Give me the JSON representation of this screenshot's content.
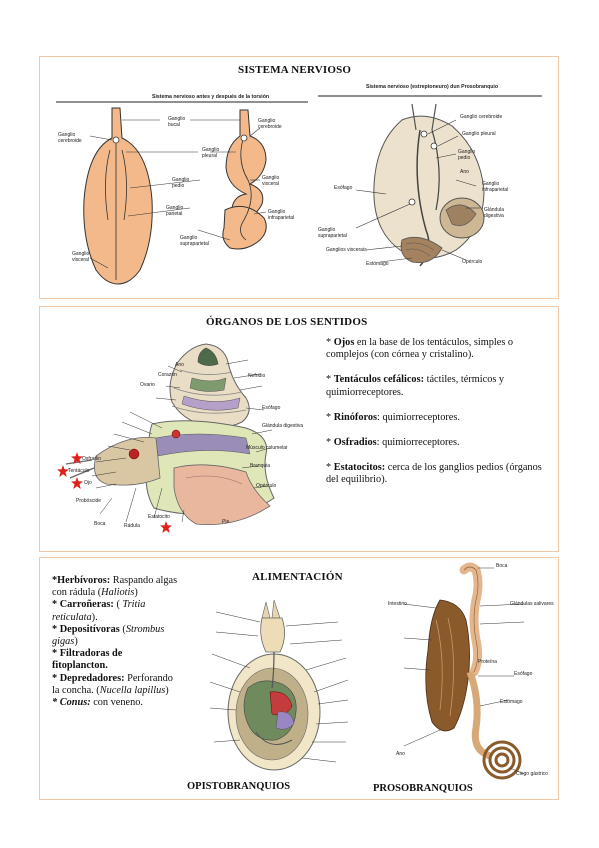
{
  "nervous": {
    "title": "SISTEMA NERVIOSO",
    "left_caption": "Sistema nervioso antes y después de la torsión",
    "right_caption": "Sistema nervioso (estreptoneuro) dun Prosobranquio",
    "labels": {
      "ganglio_cerebroide_l": "Ganglio cerebroide",
      "ganglio_bucal": "Ganglio bucal",
      "ganglio_cerebroide_r": "Ganglio cerebroide",
      "ganglio_pleural": "Ganglio pleural",
      "ganglio_pedio": "Ganglio pedio",
      "ganglio_visceral_r": "Ganglio visceral",
      "ganglio_parietal": "Ganglio parietal",
      "ganglio_infraparietal": "Ganglio infraparietal",
      "ganglio_supraparietal": "Ganglio supraparietal",
      "ganglio_visceral_l": "Ganglio visceral",
      "rs_cerebroide": "Ganglio cerebroide",
      "rs_pleural": "Ganglio pleural",
      "rs_pedio": "Ganglio pedio",
      "rs_ano": "Ano",
      "rs_infraparietal": "Ganglio infraparietal",
      "rs_glandula": "Glándula digestiva",
      "rs_esofago": "Esófago",
      "rs_supraparietal": "Ganglio supraparietal",
      "rs_visceral": "Ganglios viscerais",
      "rs_estomago": "Estómago",
      "rs_operculo": "Opérculo"
    }
  },
  "senses": {
    "title": "ÓRGANOS DE LOS SENTIDOS",
    "items": [
      {
        "bullet": "* ",
        "term": "Ojos",
        "text": " en la base de los tentáculos, simples o complejos (con córnea y cristalino)."
      },
      {
        "bullet": "* ",
        "term": "Tentáculos cefálicos:",
        "text": " táctiles, térmicos y quimiorreceptores."
      },
      {
        "bullet": "* ",
        "term": "Rinóforos",
        "text": ": quimiorreceptores."
      },
      {
        "bullet": "* ",
        "term": "Osfradios",
        "text": ": quimiorreceptores."
      },
      {
        "bullet": "* ",
        "term": "Estatocitos:",
        "text": " cerca de los ganglios pedios (órganos del equilibrio)."
      }
    ],
    "labels": {
      "ano": "Ano",
      "corazon": "Corazón",
      "ovario": "Ovario",
      "nefridio": "Nefridio",
      "esofago": "Esófago",
      "glandula": "Glándula digestiva",
      "columela": "Músculo columelar",
      "branquia": "Branquia",
      "opérculo": "Opérculo",
      "osfradio": "Osfradio",
      "tentaculo": "Tentáculo",
      "ojo": "Ojo",
      "proboscide": "Probóscide",
      "boca": "Boca",
      "estatocito": "Estatocito",
      "radula": "Rádula",
      "pie": "Pie"
    }
  },
  "feeding": {
    "title": "ALIMENTACIÓN",
    "items": [
      {
        "term": "*Herbívoros:",
        "text": " Raspando algas con rádula (",
        "species": "Haliotis",
        "tail": ")"
      },
      {
        "term": "* Carroñeras:",
        "text": " ( ",
        "species": "Tritia reticulata",
        "tail": ")."
      },
      {
        "term": "* Depositívoras",
        "text": " (",
        "species": "Strombus gigas",
        "tail": ")"
      },
      {
        "term": "* Filtradoras de fitoplancton.",
        "text": "",
        "species": "",
        "tail": ""
      },
      {
        "term": "* Depredadores:",
        "text": " Perforando la concha. (",
        "species": "Nucella lapillus",
        "tail": ")"
      },
      {
        "term": "* Conus:",
        "text": " con veneno.",
        "species": "",
        "tail": ""
      }
    ],
    "caption_left": "OPISTOBRANQUIOS",
    "caption_right": "PROSOBRANQUIOS",
    "labels": {
      "boca": "Boca",
      "glandulas_salivares": "Glándulas salivares",
      "intestino": "Intestino",
      "esofago": "Esófago",
      "estomago": "Estómago",
      "ano": "Ano",
      "ciego": "Ciego gástrico",
      "proteina": "Proteína"
    }
  },
  "colors": {
    "border": "#f2c9a8",
    "orange": "#f3b98a",
    "shell": "#e9ddc6",
    "brown": "#8a5a2b",
    "star": "#e0201a"
  }
}
